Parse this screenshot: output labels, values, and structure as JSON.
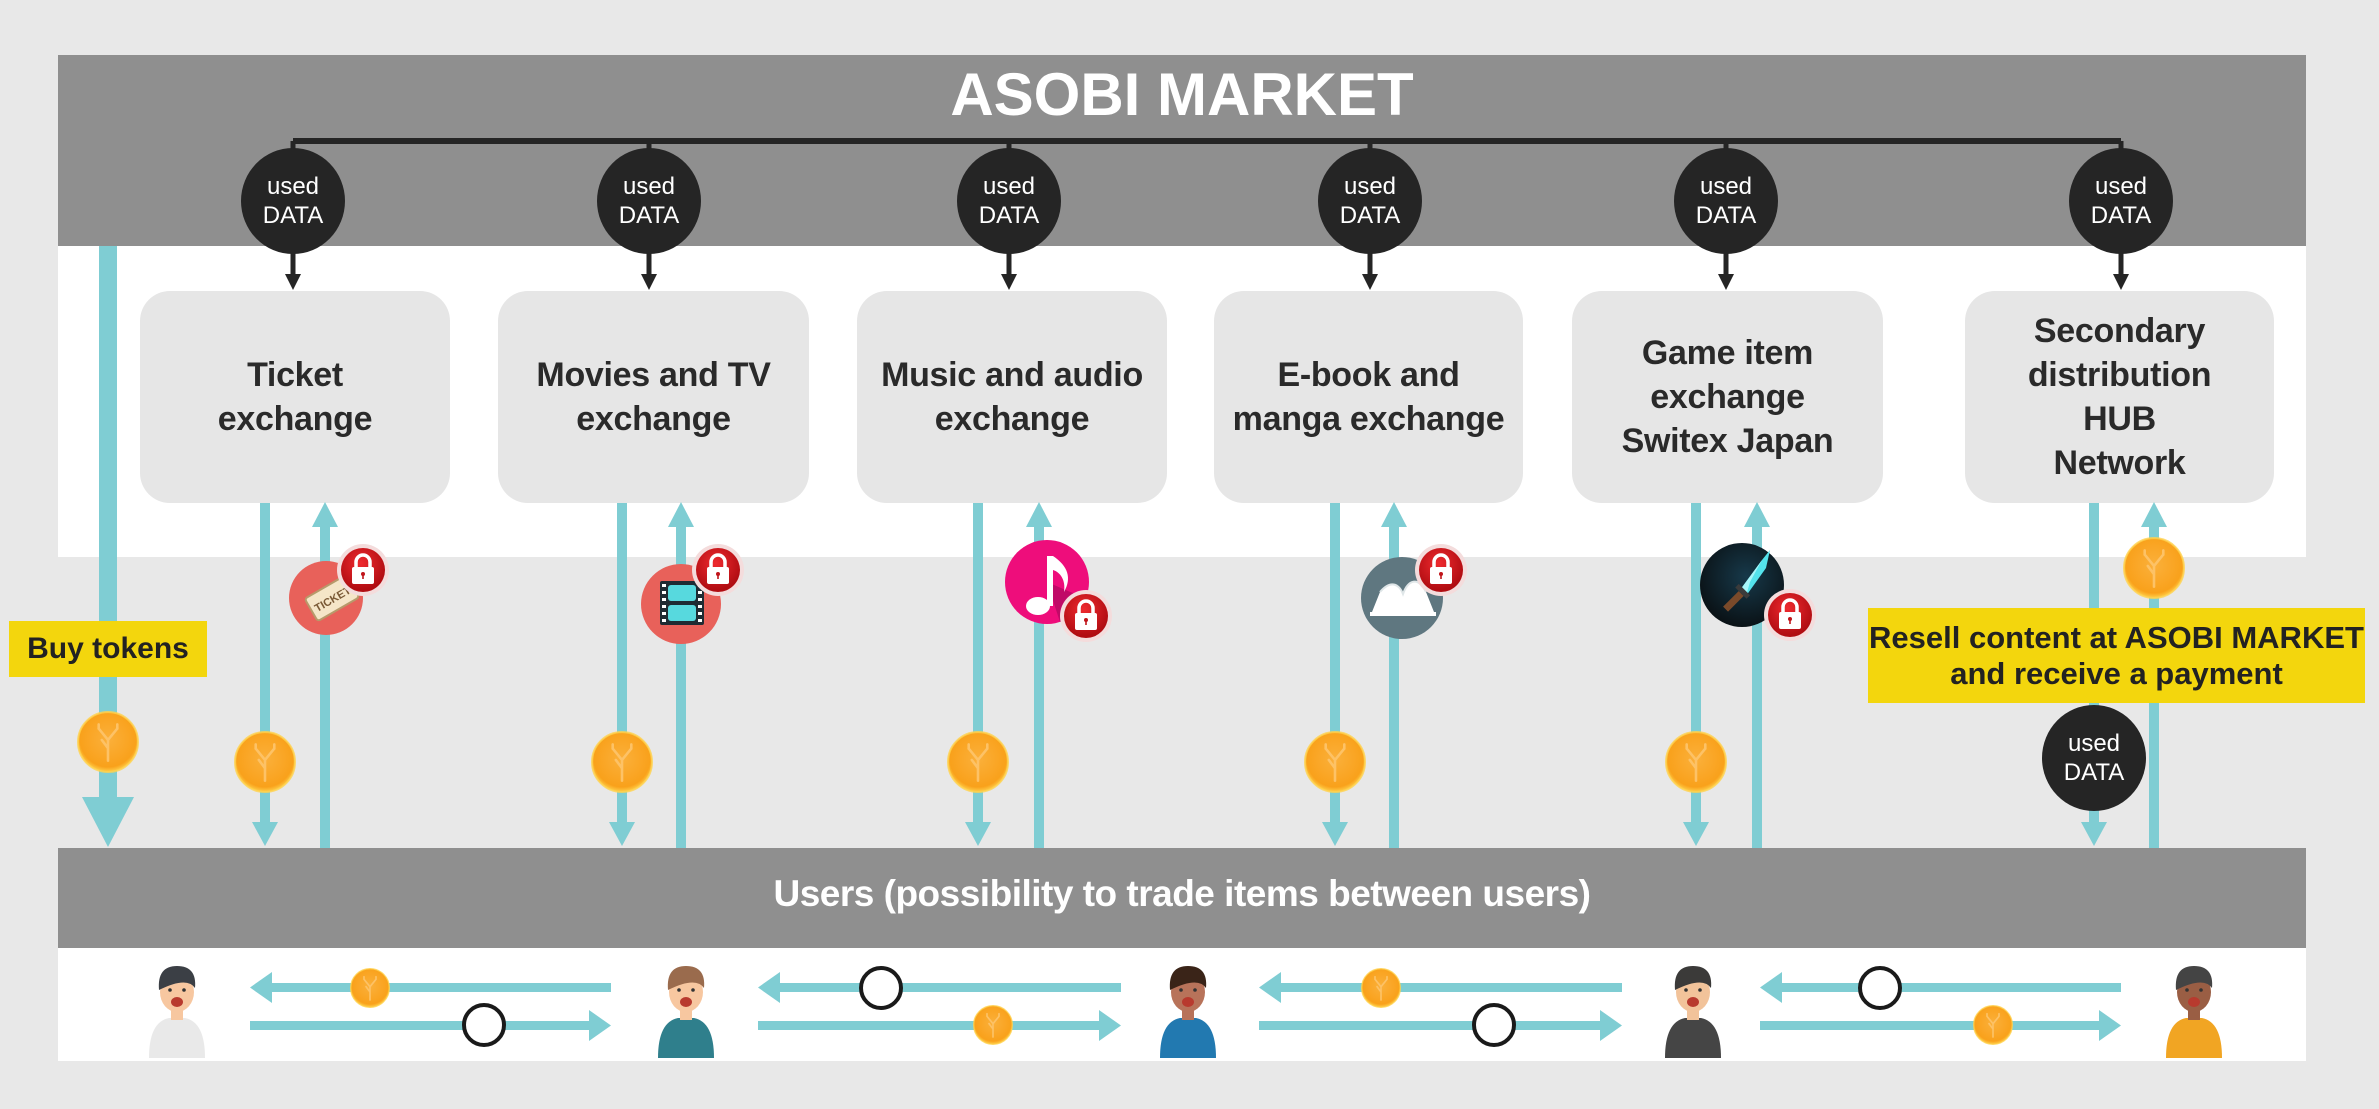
{
  "title": "ASOBI MARKET",
  "data_bubble": {
    "line1": "used",
    "line2": "DATA"
  },
  "exchanges": [
    {
      "label": "Ticket\nexchange",
      "icon": "ticket-icon",
      "icon_color": "#e8615a"
    },
    {
      "label": "Movies and TV\nexchange",
      "icon": "film-icon",
      "icon_color": "#e8615a"
    },
    {
      "label": "Music and audio\nexchange",
      "icon": "music-note-icon",
      "icon_color": "#ee0d7b"
    },
    {
      "label": "E-book and\nmanga exchange",
      "icon": "book-icon",
      "icon_color": "#5f7780"
    },
    {
      "label": "Game item\nexchange\nSwitex Japan",
      "icon": "sword-icon",
      "icon_color": "#0d1b22"
    },
    {
      "label": "Secondary\ndistribution\nHUB\nNetwork",
      "icon": "coin-icon",
      "icon_color": "#f9a11b"
    }
  ],
  "buy_tokens_label": "Buy tokens",
  "resell_label_line1": "Resell content at ASOBI MARKET",
  "resell_label_line2": "and receive a payment",
  "users_bar_label": "Users (possibility to trade items between users)",
  "users": [
    {
      "name": "user-1",
      "shirt": "#e9e9e9",
      "hair": "#3b3f45",
      "skin": "#f7c7a0"
    },
    {
      "name": "user-2",
      "shirt": "#2f7f8c",
      "hair": "#9a6b4d",
      "skin": "#f7c7a0"
    },
    {
      "name": "user-3",
      "shirt": "#2279b0",
      "hair": "#3a2418",
      "skin": "#b8735a"
    },
    {
      "name": "user-4",
      "shirt": "#454545",
      "hair": "#3b3a39",
      "skin": "#f2c39a"
    },
    {
      "name": "user-5",
      "shirt": "#f1a523",
      "hair": "#444",
      "skin": "#9a5e44"
    }
  ],
  "colors": {
    "flow": "#7fcdd3",
    "coin": "#f9a11b",
    "lock": "#d4161c",
    "bubble": "#252525",
    "label_bg": "#f3d60d"
  }
}
